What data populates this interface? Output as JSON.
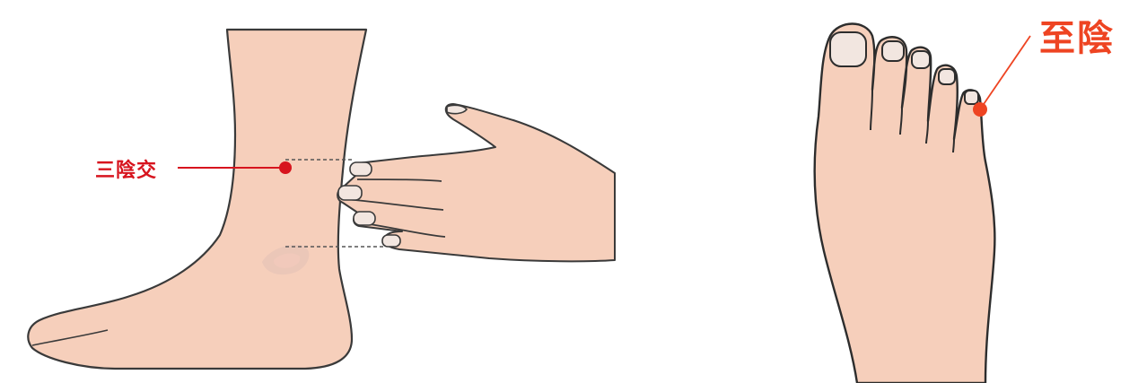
{
  "panels": [
    {
      "id": "ankle",
      "point_label": "三陰交",
      "point_color": "#d7141e"
    },
    {
      "id": "foot",
      "point_label": "至陰",
      "point_color": "#ee4422"
    }
  ],
  "colors": {
    "skin": "#f6cfbb",
    "skin_outline": "#3a3a3a",
    "nail": "#f2e6e0",
    "bruise": "#e9c4b8",
    "guide_line": "#555555"
  },
  "icons": [
    "ankle-illustration-icon",
    "hand-illustration-icon",
    "foot-illustration-icon"
  ]
}
